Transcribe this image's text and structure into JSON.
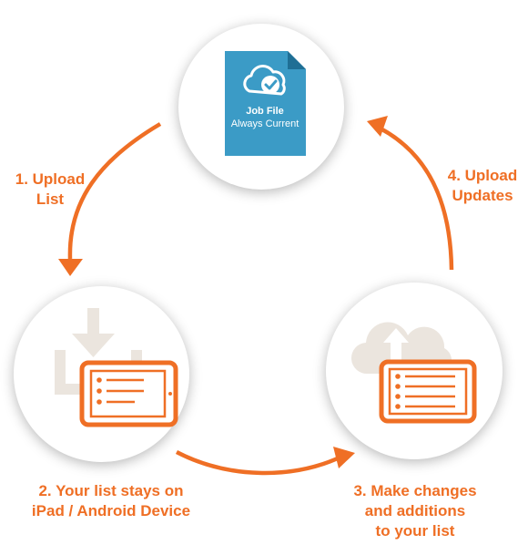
{
  "file": {
    "title": "Job File",
    "subtitle": "Always Current"
  },
  "steps": [
    {
      "lines": [
        "1. Upload",
        "List"
      ]
    },
    {
      "lines": [
        "2. Your list stays on",
        "iPad / Android Device"
      ]
    },
    {
      "lines": [
        "3. Make changes",
        "and additions",
        "to your list"
      ]
    },
    {
      "lines": [
        "4. Upload",
        "Updates"
      ]
    }
  ],
  "colors": {
    "accent": "#ef6f25",
    "file_blue": "#3b9bc6",
    "icon_gray": "#ebe5de"
  },
  "icons": [
    "cloud-check-icon",
    "download-tray-icon",
    "tablet-list-icon",
    "cloud-upload-icon"
  ]
}
